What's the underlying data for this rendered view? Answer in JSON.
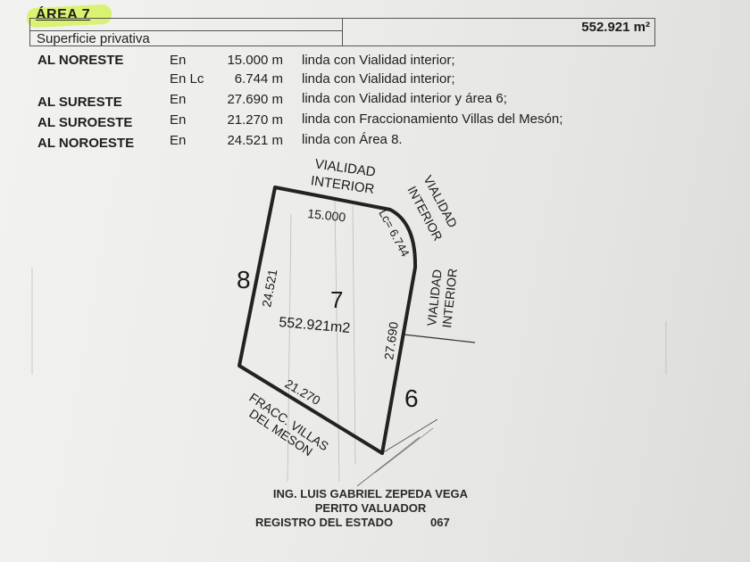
{
  "header": {
    "area_title": "ÁREA 7",
    "surface_label": "Superficie privativa",
    "surface_value": "552.921 m²"
  },
  "boundaries": [
    {
      "direction": "AL NORESTE",
      "prep": "En",
      "length": "15.000 m",
      "description": "linda con Vialidad interior;"
    },
    {
      "direction": "",
      "prep": "En Lc",
      "length": "6.744 m",
      "description": "linda con Vialidad interior;"
    },
    {
      "direction": "AL SURESTE",
      "prep": "En",
      "length": "27.690 m",
      "description": "linda con Vialidad interior y área 6;"
    },
    {
      "direction": "AL SUROESTE",
      "prep": "En",
      "length": "21.270 m",
      "description": "linda con Fraccionamiento Villas del Mesón;"
    },
    {
      "direction": "AL NOROESTE",
      "prep": "En",
      "length": "24.521 m",
      "description": "linda con Área 8."
    }
  ],
  "plan": {
    "lot_number": "7",
    "lot_area": "552.921m2",
    "neighbor_left": "8",
    "neighbor_right": "6",
    "dim_top": "15.000",
    "dim_arc": "Lc= 6.744",
    "dim_left": "24.521",
    "dim_right": "27.690",
    "dim_bottom": "21.270",
    "road_top_line1": "VIALIDAD",
    "road_top_line2": "INTERIOR",
    "road_diag_line1": "VIALIDAD",
    "road_diag_line2": "INTERIOR",
    "road_right_line1": "VIALIDAD",
    "road_right_line2": "INTERIOR",
    "fracc_line1": "FRACC. VILLAS",
    "fracc_line2": "DEL MESON"
  },
  "stamp": {
    "name": "ING. LUIS GABRIEL ZEPEDA VEGA",
    "title": "PERITO VALUADOR",
    "registry": "REGISTRO DEL ESTADO",
    "number": "067"
  }
}
